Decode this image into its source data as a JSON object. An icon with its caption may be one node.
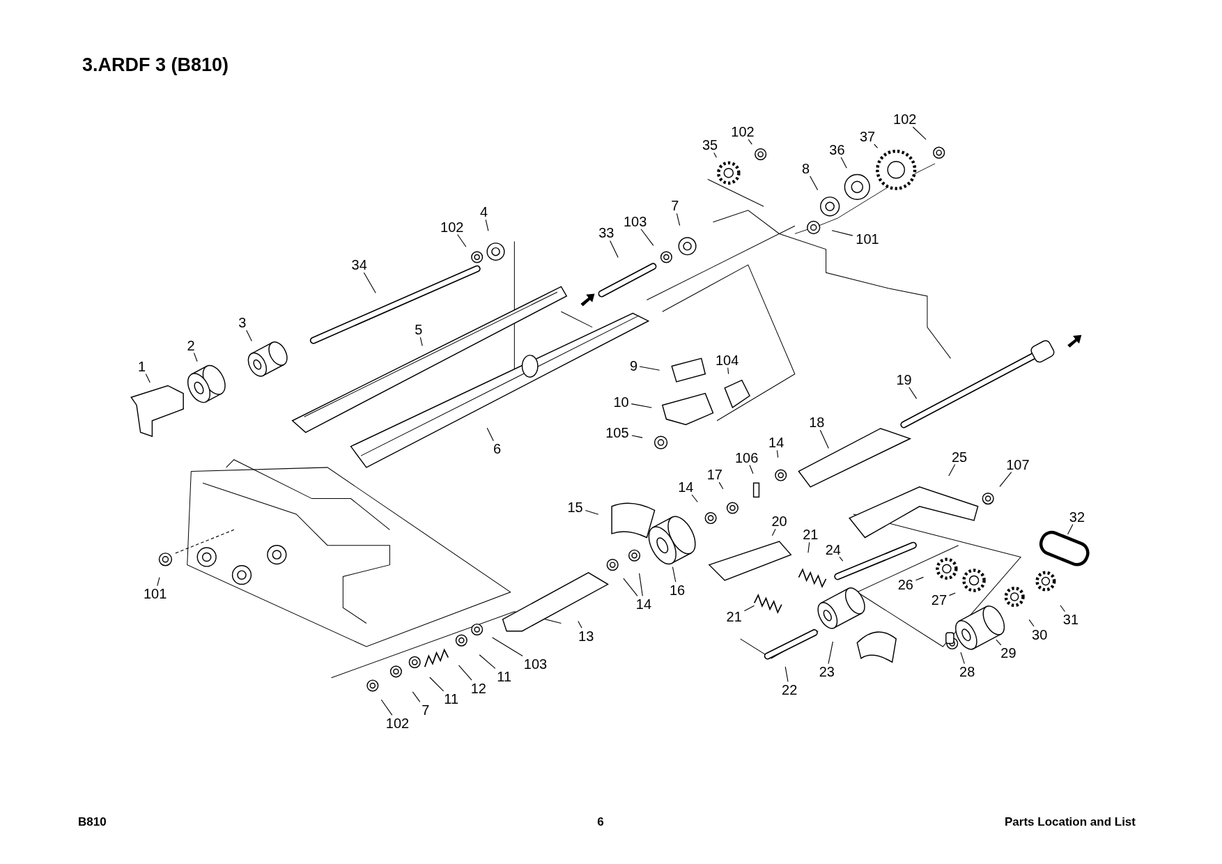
{
  "diagram": {
    "title": "3.ARDF 3 (B810)",
    "nodes": [
      {
        "text": [
          "1"
        ]
      },
      {
        "text": [
          "2"
        ]
      },
      {
        "text": [
          "3"
        ]
      },
      {
        "text": [
          "102"
        ]
      },
      {
        "text": [
          "4"
        ]
      },
      {
        "text": [
          "34"
        ]
      },
      {
        "text": [
          "5"
        ]
      },
      {
        "text": [
          "6"
        ]
      },
      {
        "text": [
          "33"
        ]
      },
      {
        "text": [
          "103"
        ]
      },
      {
        "text": [
          "7"
        ]
      },
      {
        "text": [
          "35"
        ]
      },
      {
        "text": [
          "102"
        ]
      },
      {
        "text": [
          "8"
        ]
      },
      {
        "text": [
          "36"
        ]
      },
      {
        "text": [
          "37"
        ]
      },
      {
        "text": [
          "102"
        ]
      },
      {
        "text": [
          "101"
        ]
      },
      {
        "text": [
          "9"
        ]
      },
      {
        "text": [
          "104"
        ]
      },
      {
        "text": [
          "10"
        ]
      },
      {
        "text": [
          "105"
        ]
      },
      {
        "text": [
          "19"
        ]
      },
      {
        "text": [
          "18"
        ]
      },
      {
        "text": [
          "106"
        ]
      },
      {
        "text": [
          "14"
        ]
      },
      {
        "text": [
          "17"
        ]
      },
      {
        "text": [
          "14"
        ]
      },
      {
        "text": [
          "25"
        ]
      },
      {
        "text": [
          "107"
        ]
      },
      {
        "text": [
          "15"
        ]
      },
      {
        "text": [
          "20"
        ]
      },
      {
        "text": [
          "21"
        ]
      },
      {
        "text": [
          "32"
        ]
      },
      {
        "text": [
          "24"
        ]
      },
      {
        "text": [
          "16"
        ]
      },
      {
        "text": [
          "26"
        ]
      },
      {
        "text": [
          "27"
        ]
      },
      {
        "text": [
          "14"
        ]
      },
      {
        "text": [
          "101"
        ]
      },
      {
        "text": [
          "21"
        ]
      },
      {
        "text": [
          "13"
        ]
      },
      {
        "text": [
          "103"
        ]
      },
      {
        "text": [
          "11"
        ]
      },
      {
        "text": [
          "30"
        ]
      },
      {
        "text": [
          "31"
        ]
      },
      {
        "text": [
          "29"
        ]
      },
      {
        "text": [
          "12"
        ]
      },
      {
        "text": [
          "11"
        ]
      },
      {
        "text": [
          "7"
        ]
      },
      {
        "text": [
          "23"
        ]
      },
      {
        "text": [
          "28"
        ]
      },
      {
        "text": [
          "22"
        ]
      },
      {
        "text": [
          "102"
        ]
      }
    ],
    "edges": [
      {
        "from": 0,
        "to": null,
        "arrow": "none"
      },
      {
        "from": 1,
        "to": null,
        "arrow": "none"
      },
      {
        "from": 2,
        "to": null,
        "arrow": "none"
      },
      {
        "from": 3,
        "to": null,
        "arrow": "none"
      },
      {
        "from": 4,
        "to": null,
        "arrow": "none"
      },
      {
        "from": 5,
        "to": null,
        "arrow": "none"
      },
      {
        "from": 6,
        "to": null,
        "arrow": "none"
      },
      {
        "from": 7,
        "to": null,
        "arrow": "none"
      },
      {
        "from": 8,
        "to": null,
        "arrow": "none"
      },
      {
        "from": 9,
        "to": null,
        "arrow": "none"
      },
      {
        "from": 10,
        "to": null,
        "arrow": "none"
      },
      {
        "from": 11,
        "to": null,
        "arrow": "none"
      },
      {
        "from": 12,
        "to": null,
        "arrow": "none"
      },
      {
        "from": 13,
        "to": null,
        "arrow": "none"
      },
      {
        "from": 14,
        "to": null,
        "arrow": "none"
      },
      {
        "from": 15,
        "to": null,
        "arrow": "none"
      },
      {
        "from": 16,
        "to": null,
        "arrow": "none"
      },
      {
        "from": 17,
        "to": null,
        "arrow": "none"
      },
      {
        "from": 18,
        "to": null,
        "arrow": "none"
      },
      {
        "from": 19,
        "to": null,
        "arrow": "none"
      },
      {
        "from": 20,
        "to": null,
        "arrow": "none"
      },
      {
        "from": 21,
        "to": null,
        "arrow": "none"
      },
      {
        "from": 22,
        "to": null,
        "arrow": "none"
      },
      {
        "from": 23,
        "to": null,
        "arrow": "none"
      },
      {
        "from": 24,
        "to": null,
        "arrow": "none"
      },
      {
        "from": 25,
        "to": null,
        "arrow": "none"
      },
      {
        "from": 26,
        "to": null,
        "arrow": "none"
      },
      {
        "from": 27,
        "to": null,
        "arrow": "none"
      },
      {
        "from": 28,
        "to": null,
        "arrow": "none"
      },
      {
        "from": 29,
        "to": null,
        "arrow": "none"
      },
      {
        "from": 30,
        "to": null,
        "arrow": "none"
      },
      {
        "from": 31,
        "to": null,
        "arrow": "none"
      },
      {
        "from": 32,
        "to": null,
        "arrow": "none"
      },
      {
        "from": 33,
        "to": null,
        "arrow": "none"
      },
      {
        "from": 34,
        "to": null,
        "arrow": "none"
      },
      {
        "from": 35,
        "to": null,
        "arrow": "none"
      },
      {
        "from": 36,
        "to": null,
        "arrow": "none"
      },
      {
        "from": 37,
        "to": null,
        "arrow": "none"
      },
      {
        "from": 38,
        "to": null,
        "arrow": "none"
      },
      {
        "from": 38,
        "to": null,
        "arrow": "none"
      },
      {
        "from": 39,
        "to": null,
        "arrow": "none"
      },
      {
        "from": 40,
        "to": null,
        "arrow": "none"
      },
      {
        "from": 41,
        "to": null,
        "arrow": "none"
      },
      {
        "from": 42,
        "to": null,
        "arrow": "none"
      },
      {
        "from": 43,
        "to": null,
        "arrow": "none"
      },
      {
        "from": 44,
        "to": null,
        "arrow": "none"
      },
      {
        "from": 45,
        "to": null,
        "arrow": "none"
      },
      {
        "from": 46,
        "to": null,
        "arrow": "none"
      },
      {
        "from": 47,
        "to": null,
        "arrow": "none"
      },
      {
        "from": 48,
        "to": null,
        "arrow": "none"
      },
      {
        "from": 49,
        "to": null,
        "arrow": "none"
      },
      {
        "from": 50,
        "to": null,
        "arrow": "none"
      },
      {
        "from": 51,
        "to": null,
        "arrow": "none"
      },
      {
        "from": 52,
        "to": null,
        "arrow": "none"
      },
      {
        "from": 53,
        "to": null,
        "arrow": "none"
      }
    ],
    "labels": [
      "B810",
      "6",
      "Parts Location and List"
    ]
  }
}
